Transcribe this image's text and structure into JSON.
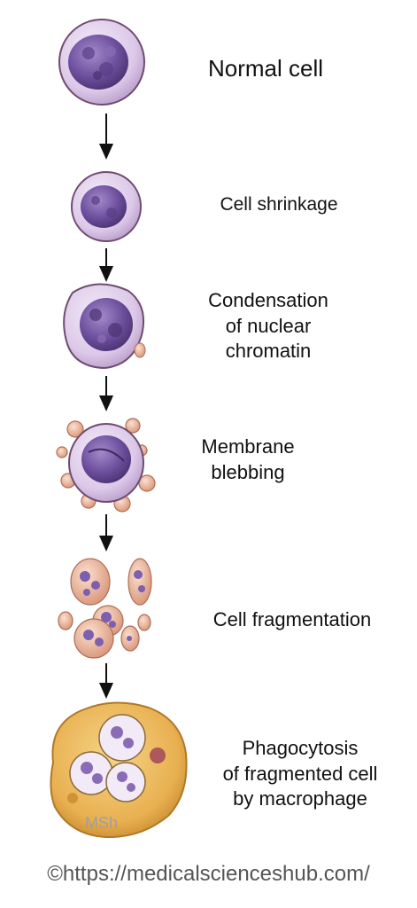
{
  "stages": [
    {
      "id": "normal-cell",
      "lines": [
        "Normal cell"
      ]
    },
    {
      "id": "cell-shrinkage",
      "lines": [
        "Cell shrinkage"
      ]
    },
    {
      "id": "chromatin-condensation",
      "lines": [
        "Condensation",
        "of nuclear",
        "chromatin"
      ]
    },
    {
      "id": "membrane-blebbing",
      "lines": [
        "Membrane",
        "blebbing"
      ]
    },
    {
      "id": "cell-fragmentation",
      "lines": [
        "Cell fragmentation"
      ]
    },
    {
      "id": "phagocytosis",
      "lines": [
        "Phagocytosis",
        "of fragmented cell",
        "by macrophage"
      ]
    }
  ],
  "watermark": "MSh",
  "footer": "©https://medicalscienceshub.com/",
  "colors": {
    "cytoplasm": "#dcc8e8",
    "membrane": "#7a5a7a",
    "nucleus": "#6d4f9e",
    "bleb": "#e6a98a",
    "macrophage": "#e8b050"
  }
}
